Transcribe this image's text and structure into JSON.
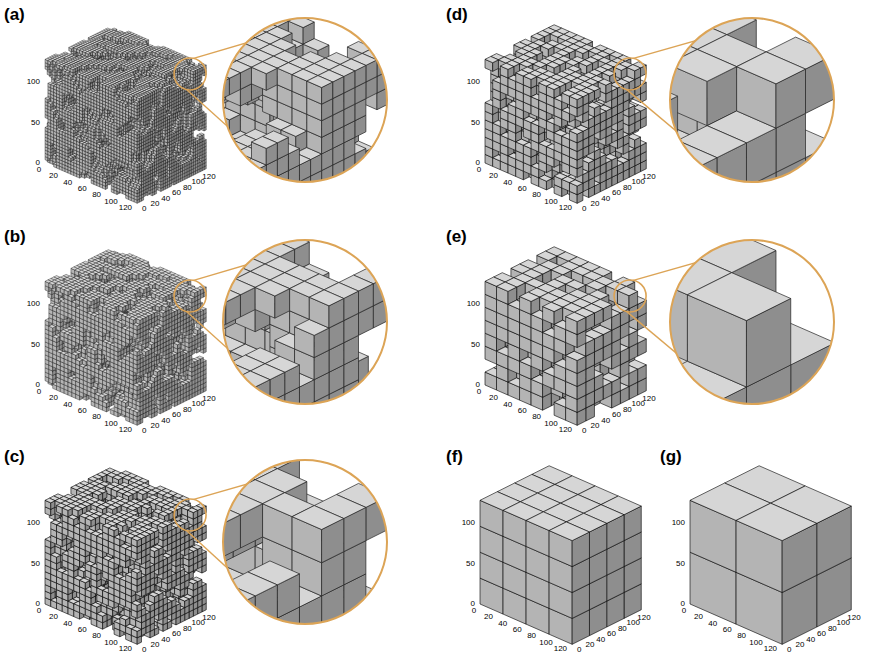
{
  "diagram": {
    "labels": [
      "(a)",
      "0",
      "50",
      "100",
      "0",
      "20",
      "40",
      "60",
      "80",
      "100",
      "120",
      "0",
      "20",
      "40",
      "60",
      "80",
      "100",
      "120",
      "(b)",
      "0",
      "50",
      "100",
      "0",
      "20",
      "40",
      "60",
      "80",
      "100",
      "120",
      "0",
      "20",
      "40",
      "60",
      "80",
      "100",
      "120",
      "(c)",
      "0",
      "50",
      "100",
      "0",
      "20",
      "40",
      "60",
      "80",
      "100",
      "120",
      "0",
      "20",
      "40",
      "60",
      "80",
      "100",
      "120",
      "(d)",
      "0",
      "50",
      "100",
      "0",
      "20",
      "40",
      "60",
      "80",
      "100",
      "120",
      "0",
      "20",
      "40",
      "60",
      "80",
      "100",
      "120",
      "(e)",
      "0",
      "50",
      "100",
      "0",
      "20",
      "40",
      "60",
      "80",
      "100",
      "120",
      "0",
      "20",
      "40",
      "60",
      "80",
      "100",
      "120",
      "(f)",
      "0",
      "50",
      "100",
      "0",
      "20",
      "40",
      "60",
      "80",
      "100",
      "120",
      "0",
      "20",
      "40",
      "60",
      "80",
      "100",
      "120",
      "(g)",
      "0",
      "50",
      "100",
      "0",
      "20",
      "40",
      "60",
      "80",
      "100",
      "120",
      "0",
      "20",
      "40",
      "60",
      "80",
      "100",
      "120"
    ]
  }
}
